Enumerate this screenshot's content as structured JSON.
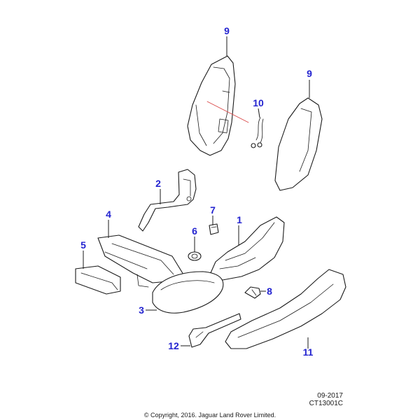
{
  "callouts": {
    "p1": "1",
    "p2": "2",
    "p3": "3",
    "p4": "4",
    "p5": "5",
    "p6": "6",
    "p7": "7",
    "p8": "8",
    "p9a": "9",
    "p9b": "9",
    "p10": "10",
    "p11": "11",
    "p12": "12"
  },
  "footer": {
    "date": "09-2017",
    "code": "CT13001C",
    "copyright": "© Copyright, 2016. Jaguar Land Rover Limited."
  },
  "colors": {
    "callout": "#2424d0",
    "line": "#1a1a1a",
    "accent_line": "#d84040"
  }
}
